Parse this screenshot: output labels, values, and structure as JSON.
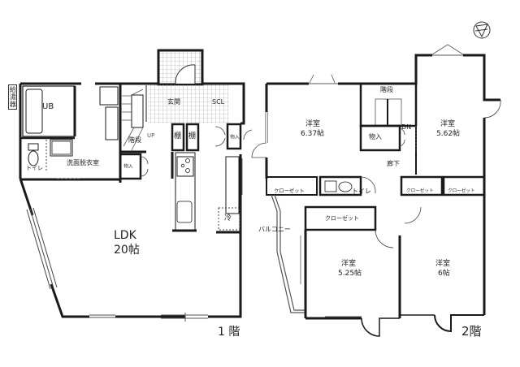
{
  "floor1": {
    "label": "1 階",
    "rooms": {
      "ldk_name": "LDK",
      "ldk_size": "20帖",
      "unit_bath": "UB",
      "water_heater": "給湯器",
      "toilet": "トイレ",
      "washroom": "洗面脱衣室",
      "stairs": "階段",
      "stairs_dir": "UP",
      "entrance": "玄関",
      "shoe_closet": "SCL",
      "shelf_1": "棚",
      "shelf_2": "棚",
      "storage_1": "物入",
      "storage_2": "物入",
      "fridge": "冷"
    }
  },
  "floor2": {
    "label": "2階",
    "rooms": {
      "room_a_name": "洋室",
      "room_a_size": "6.37帖",
      "room_b_name": "洋室",
      "room_b_size": "5.62帖",
      "room_c_name": "洋室",
      "room_c_size": "5.25帖",
      "room_d_name": "洋室",
      "room_d_size": "6帖",
      "stairs": "階段",
      "stairs_dir": "DN",
      "storage": "物入",
      "hallway": "廊下",
      "toilet": "トイレ",
      "closet_1": "クローゼット",
      "closet_2": "クローゼット",
      "closet_3": "クローゼット",
      "closet_4": "クローゼット",
      "balcony": "バルコニー"
    }
  },
  "compass": {
    "icon": "north-compass-icon"
  },
  "colors": {
    "wall": "#1a1a1a",
    "line": "#555555",
    "tile": "#bdbdbd",
    "background": "#ffffff"
  }
}
